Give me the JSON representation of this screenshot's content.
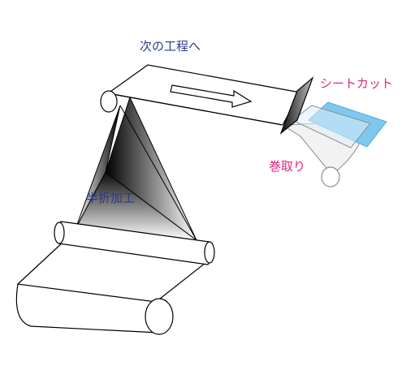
{
  "labels": {
    "next_process": "次の工程へ",
    "sheet_cut": "シートカット",
    "winding": "巻取り",
    "half_fold": "半折加工"
  },
  "colors": {
    "label_blue": "#2b3a8f",
    "label_magenta": "#e0287e",
    "line": "#000000",
    "faded_line": "#8c8c8c",
    "sheet_blue": "#7ec8ee"
  }
}
